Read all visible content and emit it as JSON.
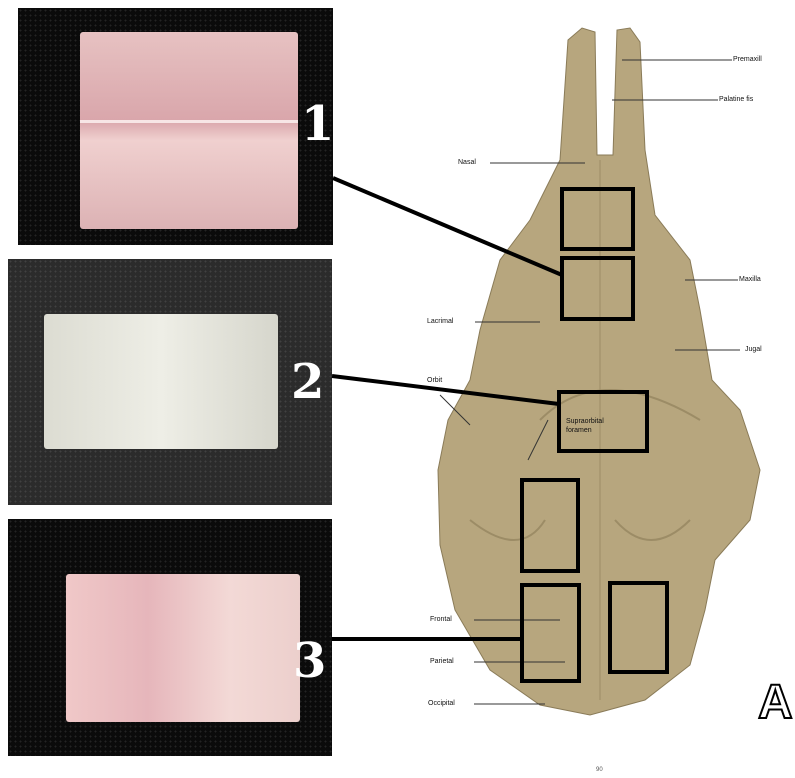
{
  "samples": [
    {
      "number": "1",
      "color": "pink tissue sample"
    },
    {
      "number": "2",
      "color": "white tissue sample"
    },
    {
      "number": "3",
      "color": "pink tissue sample"
    }
  ],
  "skull_labels": {
    "premaxilla": "Premaxill",
    "palatine": "Palatine fis",
    "nasal": "Nasal",
    "maxilla": "Maxilla",
    "lacrimal": "Lacrimal",
    "jugal": "Jugal",
    "orbit": "Orbit",
    "supraorbital": "Supraorbital foramen",
    "frontal": "Frontal",
    "parietal": "Parietal",
    "occipital": "Occipital"
  },
  "panel_letter": "A",
  "page_number": "90",
  "colors": {
    "bone": "#b7a67e",
    "outline": "#000000",
    "photo_bg": "#0b0b0b"
  }
}
